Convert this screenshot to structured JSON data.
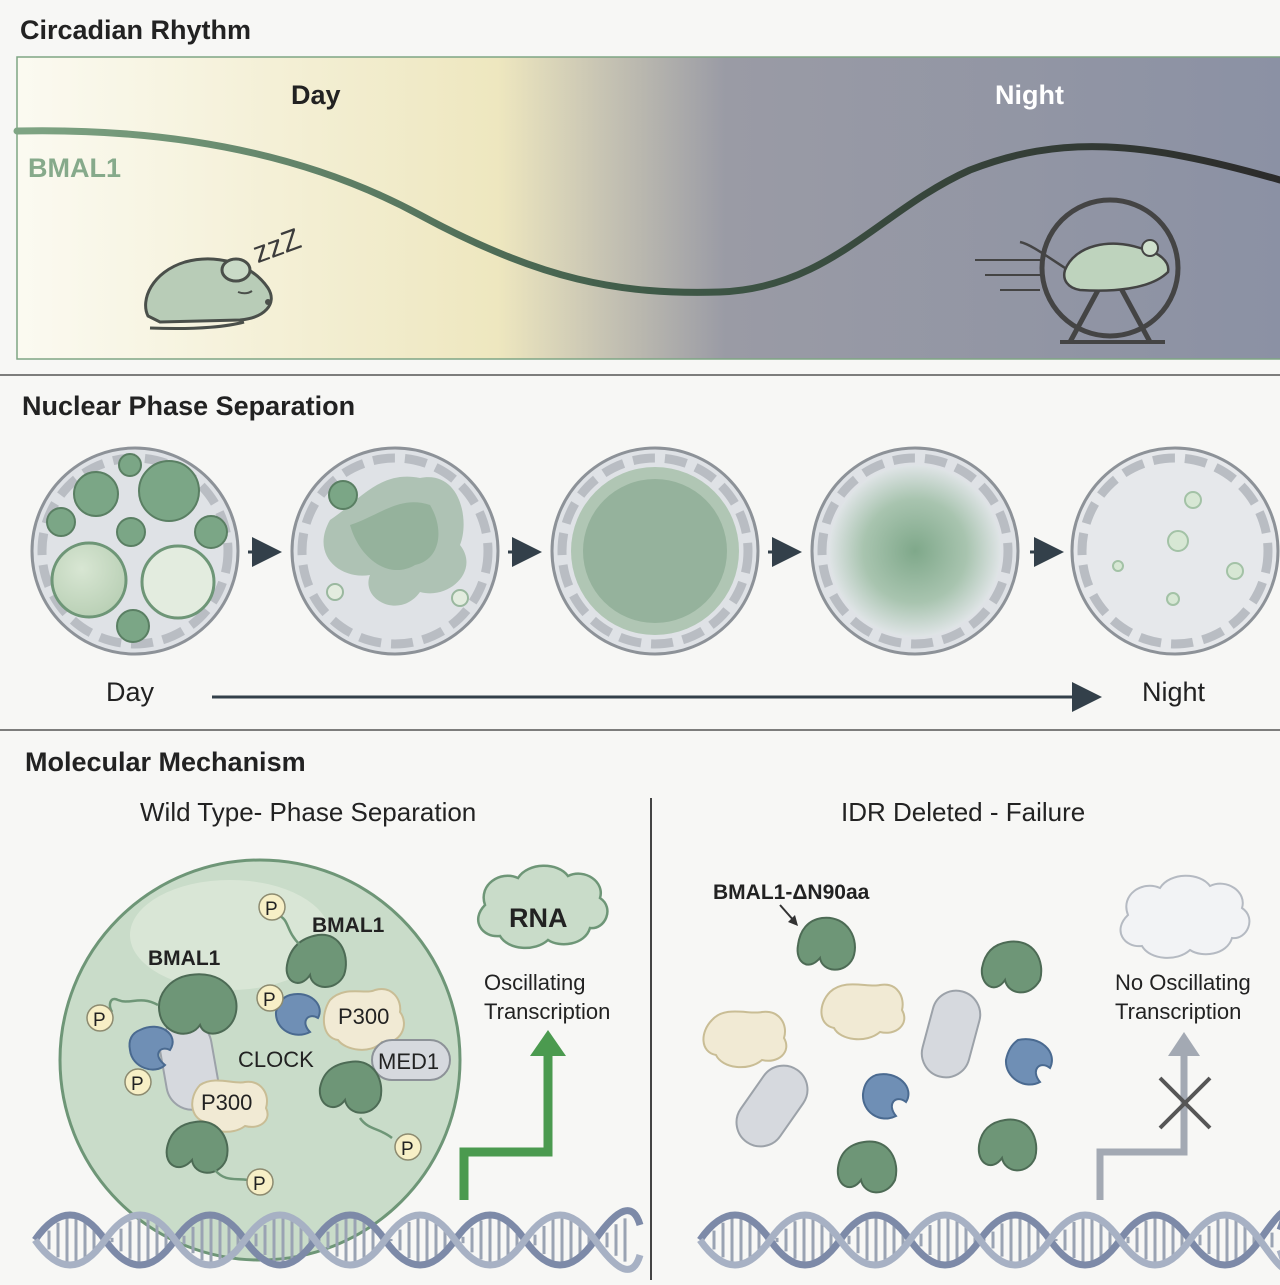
{
  "sections": {
    "circadian": {
      "title": "Circadian Rhythm",
      "day_label": "Day",
      "night_label": "Night",
      "curve_label": "BMAL1",
      "sleep_text": "zzZ"
    },
    "phase": {
      "title": "Nuclear Phase Separation",
      "day_label": "Day",
      "night_label": "Night"
    },
    "mechanism": {
      "title": "Molecular Mechanism",
      "wild_type": {
        "title": "Wild Type- Phase Separation",
        "bmal1_a": "BMAL1",
        "bmal1_b": "BMAL1",
        "clock": "CLOCK",
        "p300_a": "P300",
        "p300_b": "P300",
        "med1": "MED1",
        "p": "P",
        "rna": "RNA",
        "transcription_line1": "Oscillating",
        "transcription_line2": "Transcription"
      },
      "idr_deleted": {
        "title": "IDR Deleted - Failure",
        "mutant": "BMAL1-ΔN90aa",
        "transcription_line1": "No Oscillating",
        "transcription_line2": "Transcription"
      }
    }
  },
  "colors": {
    "green_dark": "#6e9677",
    "green_light": "#c9dcc9",
    "clock_blue": "#6f8fb5",
    "p300_cream": "#f1ead4",
    "night_gray": "#8b92a6",
    "day_cream": "#f3eec9",
    "arrow_green": "#4b9a4f"
  }
}
